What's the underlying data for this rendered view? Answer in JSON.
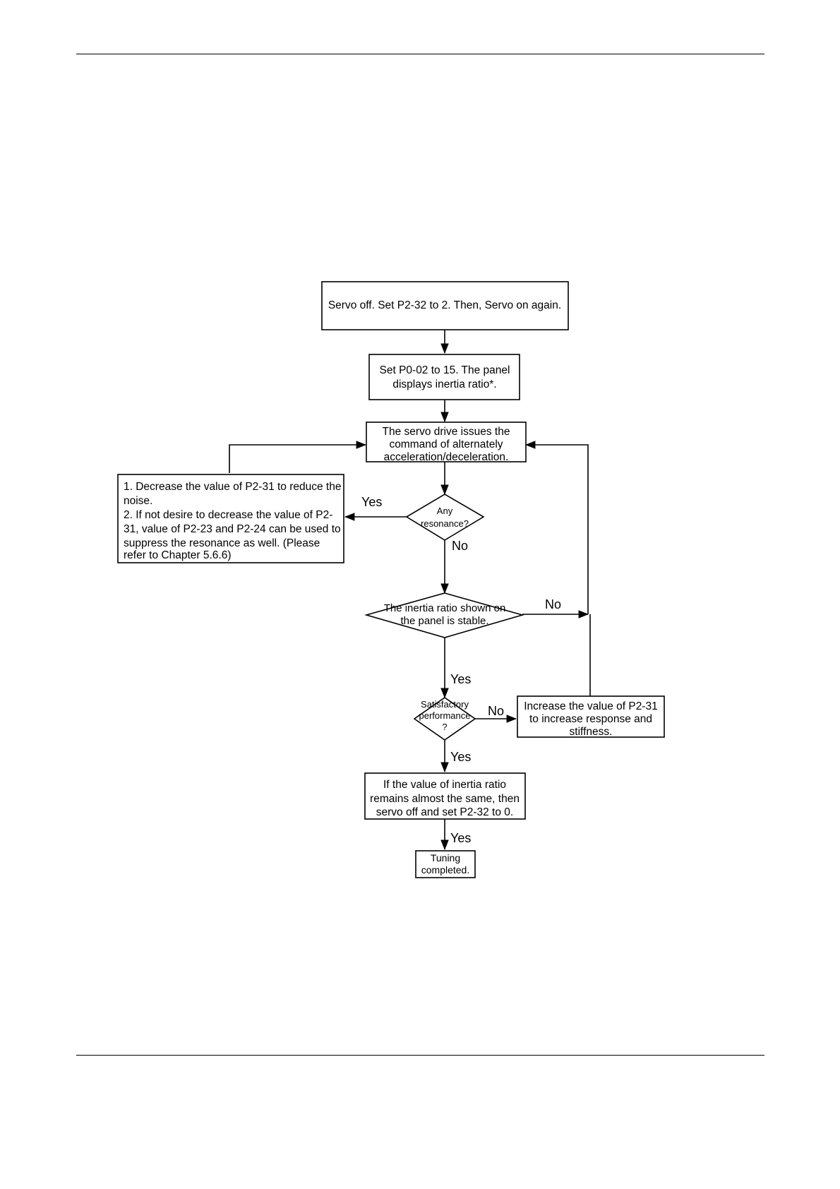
{
  "document": {
    "domain": "flowchart-diagram",
    "background_color": "#ffffff",
    "line_color": "#000000"
  },
  "flowchart": {
    "title": "Inertia estimation / tuning flow",
    "nodes": {
      "start": {
        "type": "process",
        "lines": [
          "Servo off. Set P2-32 to 2. Then, Servo on again."
        ]
      },
      "set_p0_02": {
        "type": "process",
        "lines": [
          "Set P0-02 to 15. The panel",
          "displays inertia ratio*."
        ]
      },
      "issue_command": {
        "type": "process",
        "lines": [
          "The servo drive issues the",
          "command of alternately",
          "acceleration/deceleration."
        ]
      },
      "resonance_decision": {
        "type": "decision",
        "lines": [
          "Any",
          "resonance?"
        ]
      },
      "resonance_action": {
        "type": "note",
        "lines": [
          "1. Decrease the value of P2-31 to reduce the",
          "noise.",
          "2. If not desire to decrease the value of P2-",
          "31, value of P2-23 and P2-24 can be used to",
          "suppress the resonance as well. (Please",
          "refer to Chapter 5.6.6)"
        ]
      },
      "inertia_stable_decision": {
        "type": "decision",
        "lines": [
          "The inertia ratio shown on",
          "the panel is stable."
        ]
      },
      "satisfactory_decision": {
        "type": "decision",
        "lines": [
          "Satisfactory",
          "performance",
          "?"
        ]
      },
      "increase_p2_31": {
        "type": "process",
        "lines": [
          "Increase the value of P2-31",
          "to increase response and",
          "stiffness."
        ]
      },
      "finalize": {
        "type": "process",
        "lines": [
          "If the value of inertia ratio",
          "remains almost the same, then",
          "servo off and set P2-32 to 0."
        ]
      },
      "tuning_completed": {
        "type": "terminator",
        "lines": [
          "Tuning",
          "completed."
        ]
      }
    },
    "edge_labels": {
      "resonance_yes": "Yes",
      "resonance_no": "No",
      "inertia_no": "No",
      "inertia_yes": "Yes",
      "satisfactory_no": "No",
      "satisfactory_yes": "Yes",
      "finalize_yes": "Yes"
    }
  }
}
